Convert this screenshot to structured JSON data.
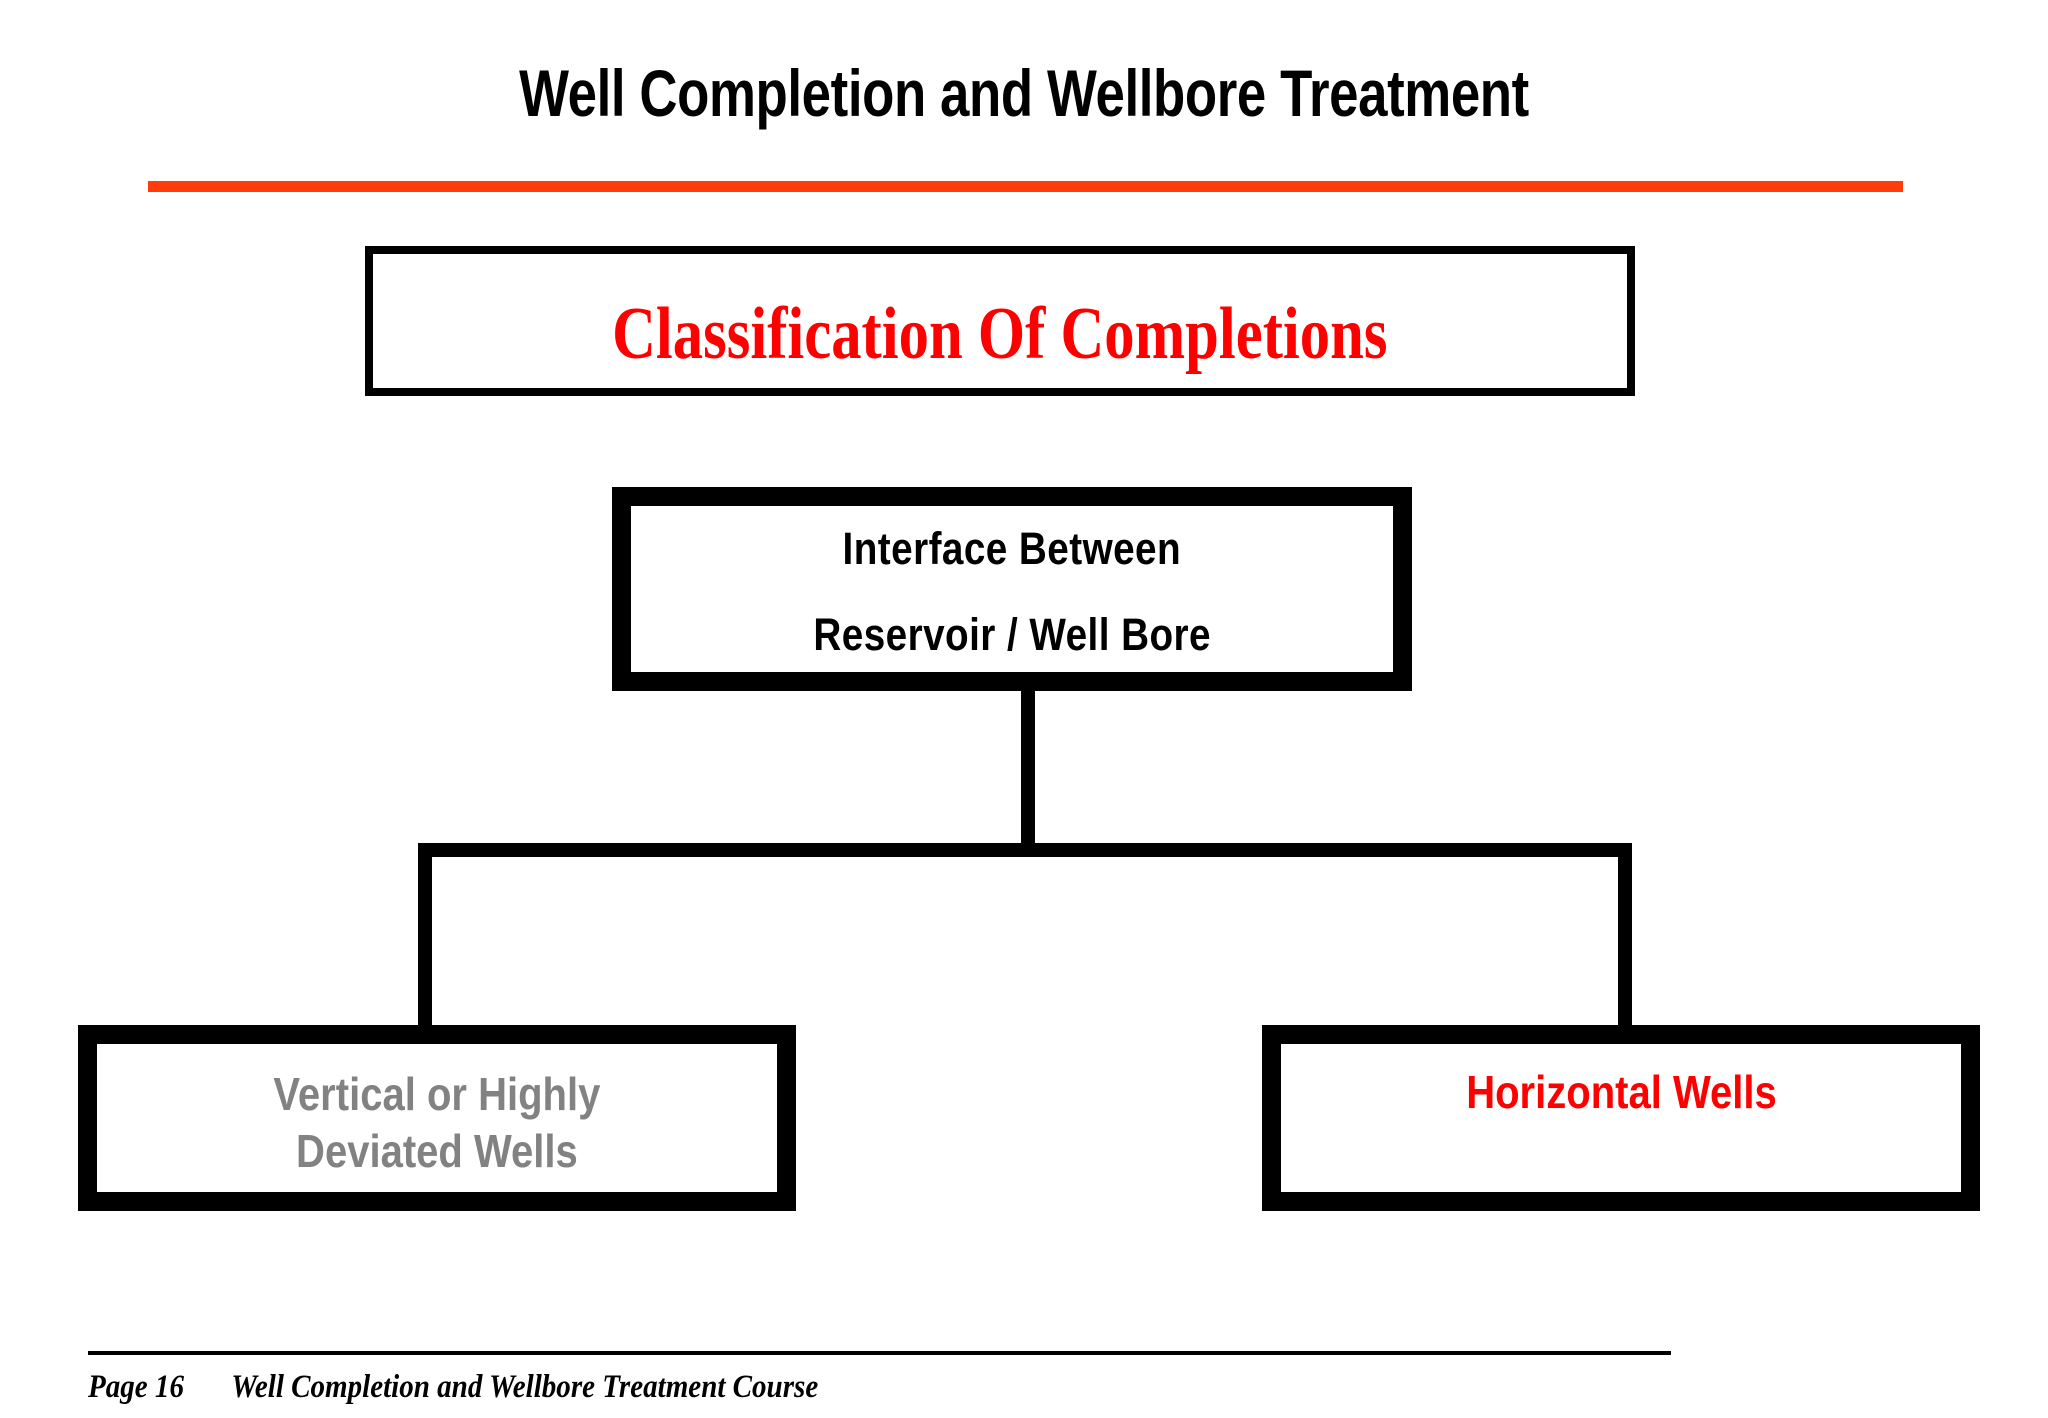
{
  "slide": {
    "title": "Well Completion and Wellbore Treatment",
    "accent_color": "#FF3C0A",
    "background_color": "#FFFFFF"
  },
  "diagram": {
    "heading_box": {
      "label": "Classification Of Completions",
      "text_color": "#FF0000",
      "border_color": "#000000"
    },
    "root_box": {
      "line1": "Interface Between",
      "line2": "Reservoir / Well Bore",
      "text_color": "#000000",
      "border_color": "#000000"
    },
    "children": [
      {
        "line1": "Vertical or Highly",
        "line2": "Deviated Wells",
        "text_color": "#828282",
        "border_color": "#000000"
      },
      {
        "line1": "Horizontal Wells",
        "line2": "",
        "text_color": "#FF0000",
        "border_color": "#000000"
      }
    ]
  },
  "footer": {
    "page_label": "Page 16",
    "course_label": "Well Completion and Wellbore Treatment Course"
  }
}
